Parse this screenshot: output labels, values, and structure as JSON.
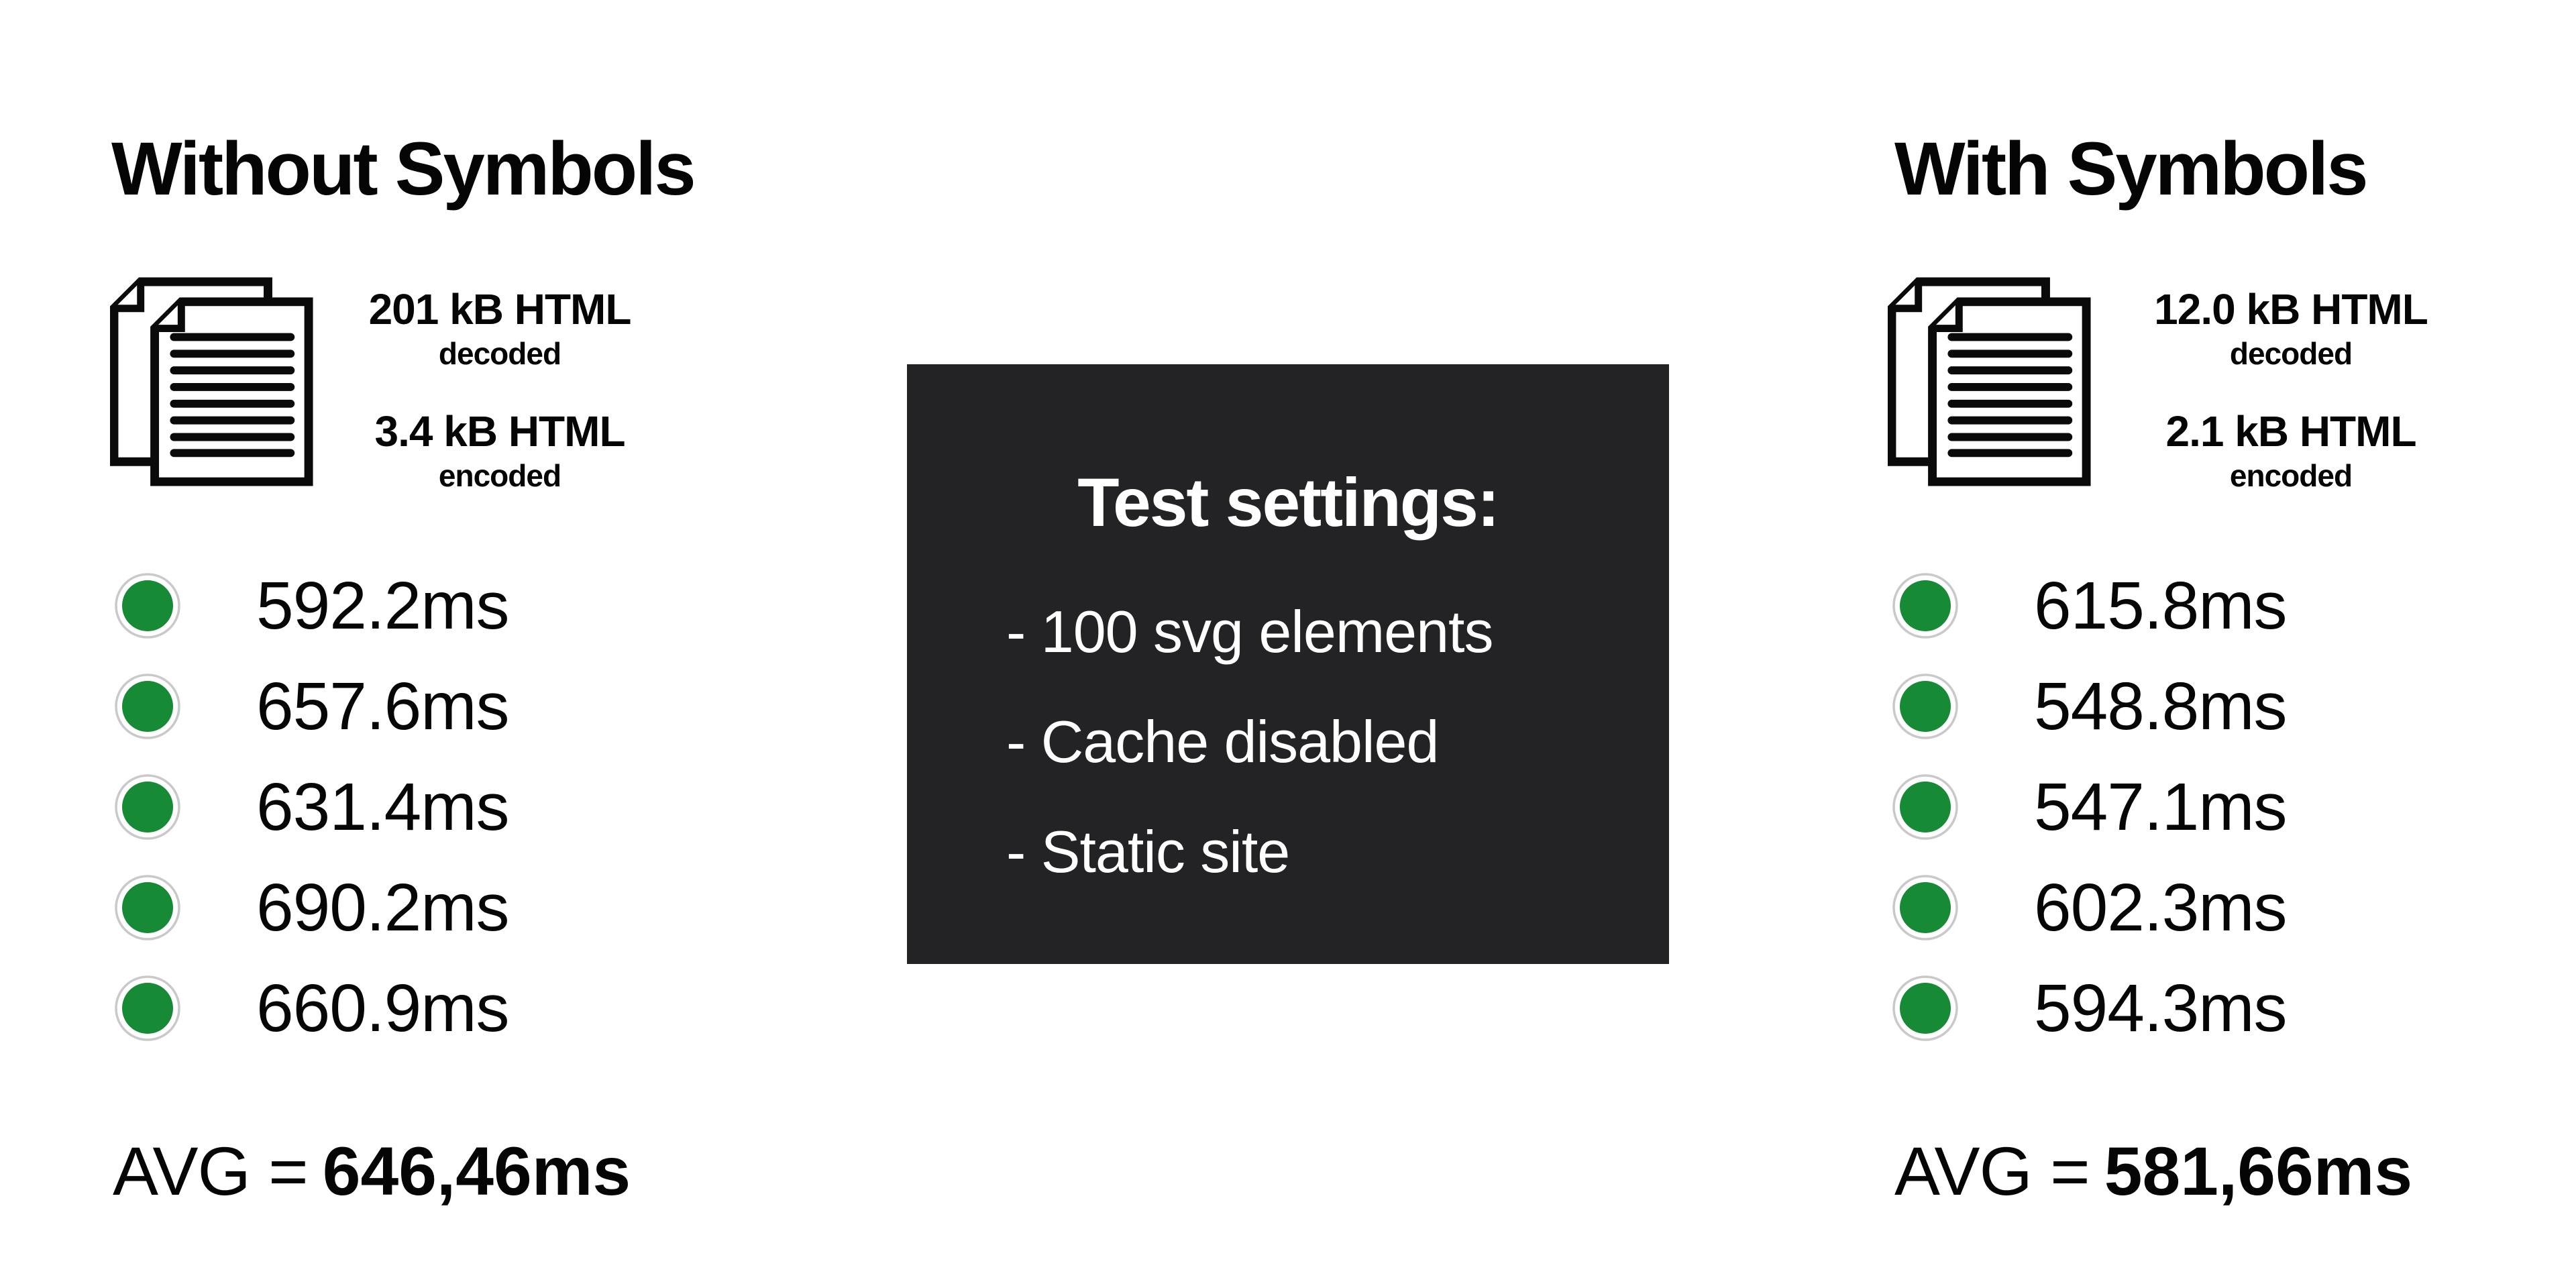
{
  "panels": {
    "left": {
      "title": "Without Symbols",
      "file": {
        "decoded_value": "201 kB HTML",
        "decoded_label": "decoded",
        "encoded_value": "3.4 kB HTML",
        "encoded_label": "encoded"
      },
      "timings": [
        "592.2ms",
        "657.6ms",
        "631.4ms",
        "690.2ms",
        "660.9ms"
      ],
      "avg_label": "AVG =",
      "avg_value": "646,46ms"
    },
    "right": {
      "title": "With Symbols",
      "file": {
        "decoded_value": "12.0 kB HTML",
        "decoded_label": "decoded",
        "encoded_value": "2.1 kB HTML",
        "encoded_label": "encoded"
      },
      "timings": [
        "615.8ms",
        "548.8ms",
        "547.1ms",
        "602.3ms",
        "594.3ms"
      ],
      "avg_label": "AVG =",
      "avg_value": "581,66ms"
    }
  },
  "settings_box": {
    "title": "Test settings:",
    "items": [
      "- 100 svg elements",
      "- Cache disabled",
      "- Static site"
    ]
  },
  "icons": {
    "documents": "documents-icon",
    "dot": "green-dot-icon"
  },
  "colors": {
    "dot_green": "#168a34",
    "dot_ring": "#c9c9c9",
    "box_bg": "#232325",
    "text": "#050505",
    "box_text": "#ffffff",
    "background": "#ffffff"
  },
  "chart_data": {
    "type": "table",
    "title": "Test settings: - 100 svg elements - Cache disabled - Static site",
    "series": [
      {
        "name": "Without Symbols",
        "html_decoded": "201 kB HTML",
        "html_encoded": "3.4 kB HTML",
        "runs_ms": [
          592.2,
          657.6,
          631.4,
          690.2,
          660.9
        ],
        "avg_ms": 646.46
      },
      {
        "name": "With Symbols",
        "html_decoded": "12.0 kB HTML",
        "html_encoded": "2.1 kB HTML",
        "runs_ms": [
          615.8,
          548.8,
          547.1,
          602.3,
          594.3
        ],
        "avg_ms": 581.66
      }
    ],
    "settings": [
      "100 svg elements",
      "Cache disabled",
      "Static site"
    ]
  }
}
